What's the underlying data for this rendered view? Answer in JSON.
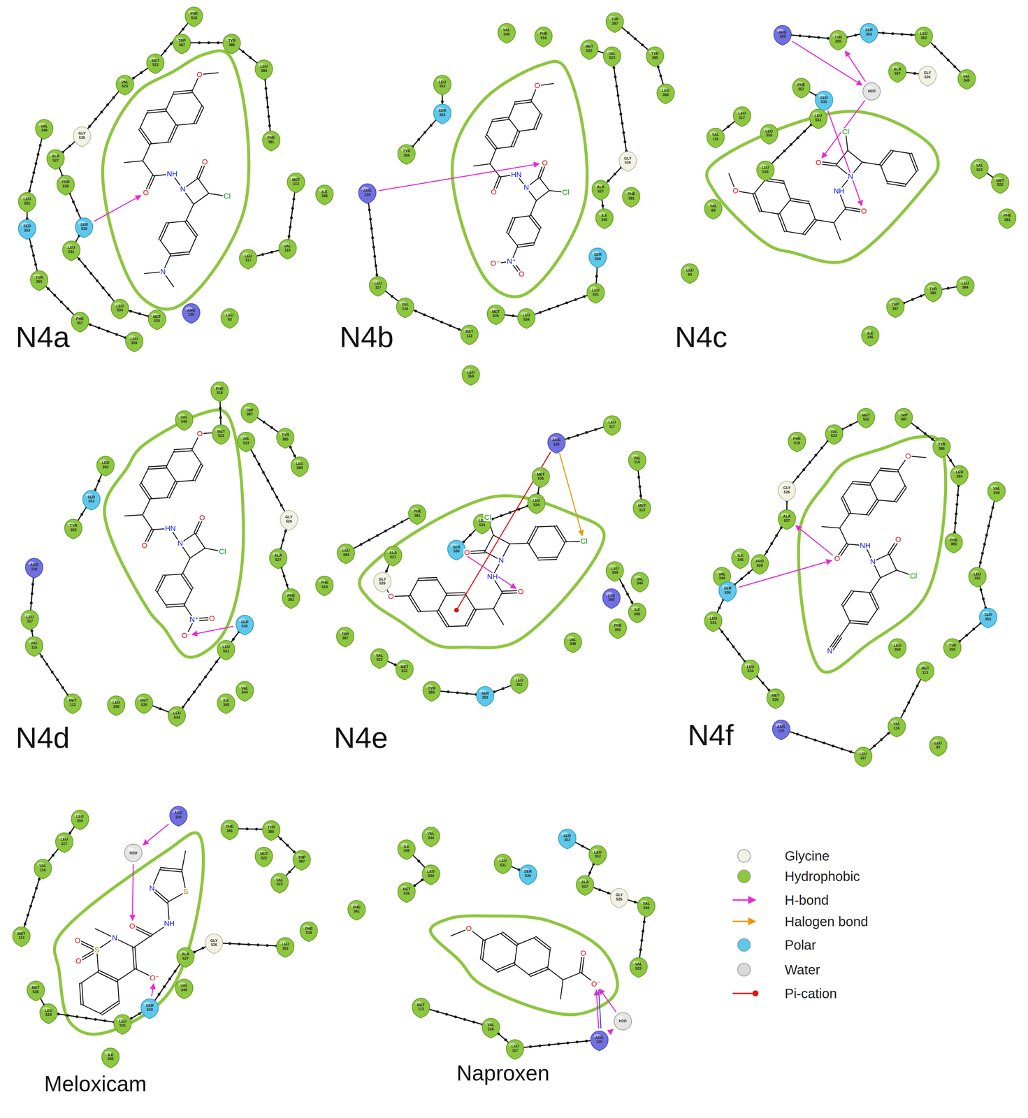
{
  "diagram": {
    "nodes": [
      {
        "text": [
          "PHE 518"
        ]
      },
      {
        "text": [
          "TRP 387"
        ]
      },
      {
        "text": [
          "TYR 385"
        ]
      },
      {
        "text": [
          "MET 522"
        ]
      },
      {
        "text": [
          "LEU 384"
        ]
      },
      {
        "text": [
          "VAL 523"
        ]
      },
      {
        "text": [
          "VAL 349"
        ]
      },
      {
        "text": [
          "GLY 526"
        ]
      },
      {
        "text": [
          "PHE 381"
        ]
      },
      {
        "text": [
          "ALA 527"
        ]
      },
      {
        "text": [
          "PRO 528"
        ]
      },
      {
        "text": [
          "LEU 352"
        ]
      },
      {
        "text": [
          "MET 113"
        ]
      },
      {
        "text": [
          "ILE 345"
        ]
      },
      {
        "text": [
          "SER 353"
        ]
      },
      {
        "text": [
          "SER 530"
        ]
      },
      {
        "text": [
          "LEU 531"
        ]
      },
      {
        "text": [
          "VAL 116"
        ]
      },
      {
        "text": [
          "LEU 117"
        ]
      },
      {
        "text": [
          "TYR 355"
        ]
      },
      {
        "text": [
          "ARG 120"
        ]
      },
      {
        "text": [
          "LEU 93"
        ]
      },
      {
        "text": [
          "LEU 534"
        ]
      },
      {
        "text": [
          "MET 535"
        ]
      },
      {
        "text": [
          "PHE 357"
        ]
      },
      {
        "text": [
          "LEU 359"
        ]
      },
      {
        "text": [
          "VAL 349"
        ]
      },
      {
        "text": [
          "PHE 518"
        ]
      },
      {
        "text": [
          "TRP 387"
        ]
      },
      {
        "text": [
          "MET 522"
        ]
      },
      {
        "text": [
          "VAL 523"
        ]
      },
      {
        "text": [
          "TYR 385"
        ]
      },
      {
        "text": [
          "LEU 352"
        ]
      },
      {
        "text": [
          "LEU 384"
        ]
      },
      {
        "text": [
          "SER 353"
        ]
      },
      {
        "text": [
          "GLY 526"
        ]
      },
      {
        "text": [
          "TYR 355"
        ]
      },
      {
        "text": [
          "ALA 527"
        ]
      },
      {
        "text": [
          "PHE 381"
        ]
      },
      {
        "text": [
          "ARG 120"
        ]
      },
      {
        "text": [
          "ILE 345"
        ]
      },
      {
        "text": [
          "SER 530"
        ]
      },
      {
        "text": [
          "LEU 117"
        ]
      },
      {
        "text": [
          "VAL 116"
        ]
      },
      {
        "text": [
          "LEU 531"
        ]
      },
      {
        "text": [
          "MET 535"
        ]
      },
      {
        "text": [
          "LEU 534"
        ]
      },
      {
        "text": [
          "MET 113"
        ]
      },
      {
        "text": [
          "LEU 359"
        ]
      },
      {
        "text": [
          "ARG 120"
        ]
      },
      {
        "text": [
          "TYR 355"
        ]
      },
      {
        "text": [
          "SER 353"
        ]
      },
      {
        "text": [
          "LEU 352"
        ]
      },
      {
        "text": [
          "H2O"
        ]
      },
      {
        "text": [
          "ALA 527"
        ]
      },
      {
        "text": [
          "GLY 526"
        ]
      },
      {
        "text": [
          "VAL 349"
        ]
      },
      {
        "text": [
          "PHE 357"
        ]
      },
      {
        "text": [
          "SER 530"
        ]
      },
      {
        "text": [
          "LEU 531"
        ]
      },
      {
        "text": [
          "LEU 117"
        ]
      },
      {
        "text": [
          "LEU 359"
        ]
      },
      {
        "text": [
          "VAL 116"
        ]
      },
      {
        "text": [
          "LEU 534"
        ]
      },
      {
        "text": [
          "VAL 523"
        ]
      },
      {
        "text": [
          "MET 522"
        ]
      },
      {
        "text": [
          "VAL 89"
        ]
      },
      {
        "text": [
          "PHE 381"
        ]
      },
      {
        "text": [
          "LEU 93"
        ]
      },
      {
        "text": [
          "LEU 384"
        ]
      },
      {
        "text": [
          "TYR 385"
        ]
      },
      {
        "text": [
          "TRP 387"
        ]
      },
      {
        "text": [
          "ILE 345"
        ]
      },
      {
        "text": [
          "PHE 518"
        ]
      },
      {
        "text": [
          "VAL 349"
        ]
      },
      {
        "text": [
          "TRP 387"
        ]
      },
      {
        "text": [
          "MET 522"
        ]
      },
      {
        "text": [
          "VAL 523"
        ]
      },
      {
        "text": [
          "TYR 385"
        ]
      },
      {
        "text": [
          "LEU 384"
        ]
      },
      {
        "text": [
          "LEU 352"
        ]
      },
      {
        "text": [
          "SER 353"
        ]
      },
      {
        "text": [
          "TYR 355"
        ]
      },
      {
        "text": [
          "GLY 526"
        ]
      },
      {
        "text": [
          "ARG 120"
        ]
      },
      {
        "text": [
          "ALA 527"
        ]
      },
      {
        "text": [
          "PHE 381"
        ]
      },
      {
        "text": [
          "SER 530"
        ]
      },
      {
        "text": [
          "LEU 117"
        ]
      },
      {
        "text": [
          "VAL 116"
        ]
      },
      {
        "text": [
          "LEU 531"
        ]
      },
      {
        "text": [
          "VAL 344"
        ]
      },
      {
        "text": [
          "ILE 345"
        ]
      },
      {
        "text": [
          "MET 113"
        ]
      },
      {
        "text": [
          "LEU 359"
        ]
      },
      {
        "text": [
          "MET 535"
        ]
      },
      {
        "text": [
          "LEU 534"
        ]
      },
      {
        "text": [
          "LEU 117"
        ]
      },
      {
        "text": [
          "ARG 120"
        ]
      },
      {
        "text": [
          "VAL 116"
        ]
      },
      {
        "text": [
          "MET 535"
        ]
      },
      {
        "text": [
          "LEU 534"
        ]
      },
      {
        "text": [
          "MET 113"
        ]
      },
      {
        "text": [
          "PHE 381"
        ]
      },
      {
        "text": [
          "LEU 531"
        ]
      },
      {
        "text": [
          "SER 530"
        ]
      },
      {
        "text": [
          "LEU 384"
        ]
      },
      {
        "text": [
          "ALA 527"
        ]
      },
      {
        "text": [
          "GLY 526"
        ]
      },
      {
        "text": [
          "PHE 518"
        ]
      },
      {
        "text": [
          "LEU 359"
        ]
      },
      {
        "text": [
          "VAL 344"
        ]
      },
      {
        "text": [
          "LYS 360"
        ]
      },
      {
        "text": [
          "ILE 345"
        ]
      },
      {
        "text": [
          "PHE 361"
        ]
      },
      {
        "text": [
          "TRP 387"
        ]
      },
      {
        "text": [
          "VAL 349"
        ]
      },
      {
        "text": [
          "VAL 523"
        ]
      },
      {
        "text": [
          "MET 522"
        ]
      },
      {
        "text": [
          "LEU 352"
        ]
      },
      {
        "text": [
          "TYR 355"
        ]
      },
      {
        "text": [
          "SER 353"
        ]
      },
      {
        "text": [
          "MET 522"
        ]
      },
      {
        "text": [
          "TRP 387"
        ]
      },
      {
        "text": [
          "PHE 518"
        ]
      },
      {
        "text": [
          "VAL 523"
        ]
      },
      {
        "text": [
          "TYR 385"
        ]
      },
      {
        "text": [
          "LEU 384"
        ]
      },
      {
        "text": [
          "VAL 349"
        ]
      },
      {
        "text": [
          "GLY 526"
        ]
      },
      {
        "text": [
          "ALA 527"
        ]
      },
      {
        "text": [
          "ILE 345"
        ]
      },
      {
        "text": [
          "PRO 528"
        ]
      },
      {
        "text": [
          "VAL 344"
        ]
      },
      {
        "text": [
          "PHE 381"
        ]
      },
      {
        "text": [
          "LEU 352"
        ]
      },
      {
        "text": [
          "SER 530"
        ]
      },
      {
        "text": [
          "SER 353"
        ]
      },
      {
        "text": [
          "LEU 531"
        ]
      },
      {
        "text": [
          "LEU 359"
        ]
      },
      {
        "text": [
          "TYR 355"
        ]
      },
      {
        "text": [
          "MET 113"
        ]
      },
      {
        "text": [
          "LEU 534"
        ]
      },
      {
        "text": [
          "MET 535"
        ]
      },
      {
        "text": [
          "ARG 120"
        ]
      },
      {
        "text": [
          "VAL 116"
        ]
      },
      {
        "text": [
          "LEU 93"
        ]
      },
      {
        "text": [
          "LEU 117"
        ]
      },
      {
        "text": [
          "LEU 359"
        ]
      },
      {
        "text": [
          "ARG 120"
        ]
      },
      {
        "text": [
          "PHE 381"
        ]
      },
      {
        "text": [
          "TYR 385"
        ]
      },
      {
        "text": [
          "LEU 117"
        ]
      },
      {
        "text": [
          "H2O"
        ]
      },
      {
        "text": [
          "MET 522"
        ]
      },
      {
        "text": [
          "TRP 387"
        ]
      },
      {
        "text": [
          "VAL 116"
        ]
      },
      {
        "text": [
          "VAL 523"
        ]
      },
      {
        "text": [
          "PHE 518"
        ]
      },
      {
        "text": [
          "GLY 526"
        ]
      },
      {
        "text": [
          "LEU 352"
        ]
      },
      {
        "text": [
          "ALA 527"
        ]
      },
      {
        "text": [
          "MET 113"
        ]
      },
      {
        "text": [
          "VAL 349"
        ]
      },
      {
        "text": [
          "MET 535"
        ]
      },
      {
        "text": [
          "LEU 534"
        ]
      },
      {
        "text": [
          "SER 530"
        ]
      },
      {
        "text": [
          "LEU 531"
        ]
      },
      {
        "text": [
          "ILE 345"
        ]
      },
      {
        "text": [
          "VAL 344"
        ]
      },
      {
        "text": [
          "SER 353"
        ]
      },
      {
        "text": [
          "ILE 345"
        ]
      },
      {
        "text": [
          "LEU 352"
        ]
      },
      {
        "text": [
          "LEU 531"
        ]
      },
      {
        "text": [
          "SER 530"
        ]
      },
      {
        "text": [
          "LEU 534"
        ]
      },
      {
        "text": [
          "ALA 527"
        ]
      },
      {
        "text": [
          "MET 535"
        ]
      },
      {
        "text": [
          "GLY 526"
        ]
      },
      {
        "text": [
          "VAL 349"
        ]
      },
      {
        "text": [
          "PHE 361"
        ]
      },
      {
        "text": [
          "VAL 523"
        ]
      },
      {
        "text": [
          "MET 113"
        ]
      },
      {
        "text": [
          "H2O"
        ]
      },
      {
        "text": [
          "VAL 116"
        ]
      },
      {
        "text": [
          "ARG 120"
        ]
      },
      {
        "text": [
          "LEU 117"
        ]
      }
    ],
    "edges": [
      {
        "from": 49,
        "to": 53,
        "arrow": "to"
      },
      {
        "from": 53,
        "to": 50,
        "arrow": "to"
      },
      {
        "from": 149,
        "to": 153,
        "arrow": "to"
      },
      {
        "from": 185,
        "to": 183,
        "arrow": "to"
      }
    ],
    "labels": [
      "N4a",
      "O",
      "O",
      "NH",
      "N",
      "O",
      "Cl",
      "N",
      "N4b",
      "O",
      "O",
      "HN",
      "N",
      "O",
      "Cl",
      "N⁺",
      "O⁻",
      "O",
      "N4c",
      "O",
      "O",
      "NH",
      "N",
      "O",
      "Cl",
      "N4d",
      "O",
      "O",
      "HN",
      "N",
      "O",
      "Cl",
      "N⁺",
      "O⁻",
      "O",
      "N4e",
      "O",
      "O",
      "NH",
      "N",
      "O",
      "Cl",
      "Cl",
      "N4f",
      "O",
      "O",
      "NH",
      "N",
      "O",
      "Cl",
      "N",
      "Meloxicam",
      "S",
      "O",
      "O",
      "N",
      "O⁻",
      "O",
      "NH",
      "N",
      "S",
      "Naproxen",
      "O",
      "O",
      "O⁻"
    ],
    "legend": [
      {
        "text": "Glycine",
        "color": "#f2f2e4"
      },
      {
        "text": "Hydrophobic",
        "color": "#8dc63f"
      },
      {
        "text": "H-bond"
      },
      {
        "text": "Halogen bond"
      },
      {
        "text": "Polar",
        "color": "#5ec8ea"
      },
      {
        "text": "Water",
        "color": "#d9d9d9"
      },
      {
        "text": "Pi-cation"
      }
    ]
  }
}
